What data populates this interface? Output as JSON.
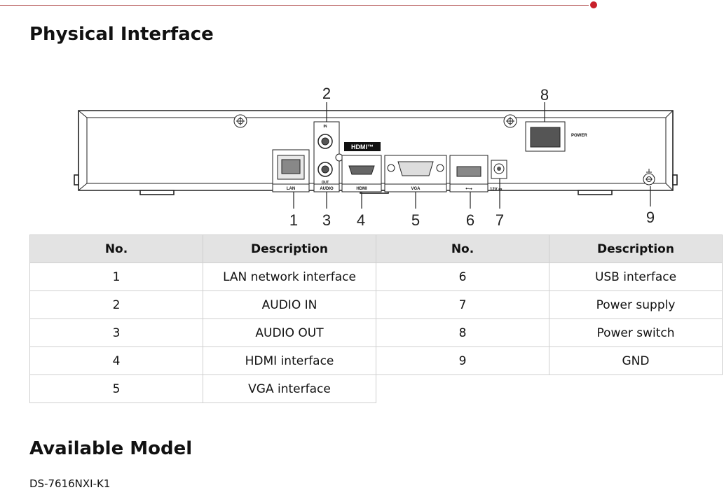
{
  "section_titles": {
    "physical_interface": "Physical Interface",
    "available_model": "Available Model"
  },
  "diagram": {
    "callouts": [
      "1",
      "2",
      "3",
      "4",
      "5",
      "6",
      "7",
      "8",
      "9"
    ],
    "port_labels": {
      "lan": "LAN",
      "audio": "AUDIO",
      "audio_in": "IN",
      "audio_out": "OUT",
      "hdmi": "HDMI",
      "hdmi_logo": "HDMI™",
      "vga": "VGA",
      "usb": "⭠⭢",
      "power_dc": "12V ⎓",
      "power": "POWER"
    }
  },
  "table": {
    "headers": [
      "No.",
      "Description",
      "No.",
      "Description"
    ],
    "rows": [
      [
        "1",
        "LAN network interface",
        "6",
        "USB interface"
      ],
      [
        "2",
        "AUDIO IN",
        "7",
        "Power supply"
      ],
      [
        "3",
        "AUDIO OUT",
        "8",
        "Power switch"
      ],
      [
        "4",
        "HDMI interface",
        "9",
        "GND"
      ],
      [
        "5",
        "VGA interface",
        "",
        ""
      ]
    ]
  },
  "model": "DS-7616NXI-K1",
  "colors": {
    "accent_line": "#b04a4a",
    "accent_dot": "#c8202a",
    "header_bg": "#e3e3e3",
    "border": "#cfcfcf"
  }
}
